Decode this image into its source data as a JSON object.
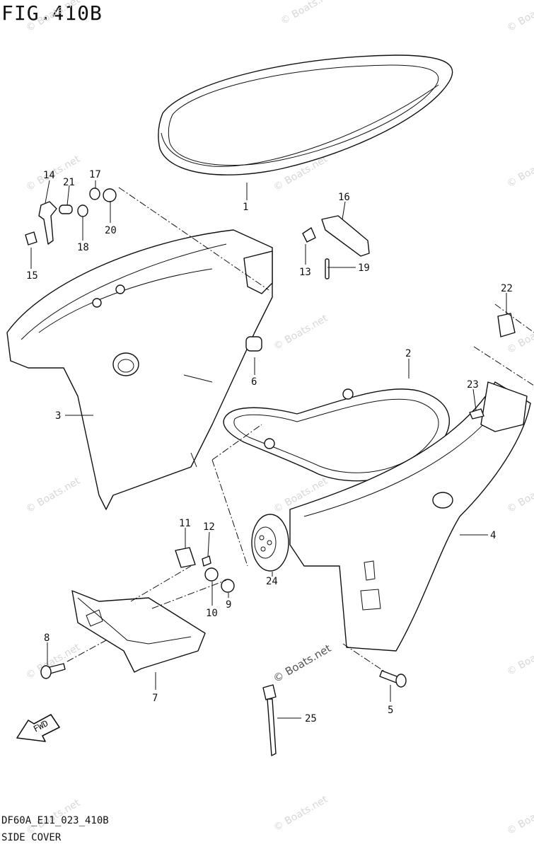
{
  "figure_title": "FIG.410B",
  "drawing_code": "DF60A_E11_023_410B",
  "caption": "SIDE COVER",
  "watermark": "© Boats.net",
  "fwd_label": "FWD",
  "callouts": [
    "1",
    "2",
    "3",
    "4",
    "5",
    "6",
    "7",
    "8",
    "9",
    "10",
    "11",
    "12",
    "13",
    "14",
    "15",
    "16",
    "17",
    "18",
    "19",
    "20",
    "21",
    "22",
    "23",
    "24",
    "25"
  ]
}
